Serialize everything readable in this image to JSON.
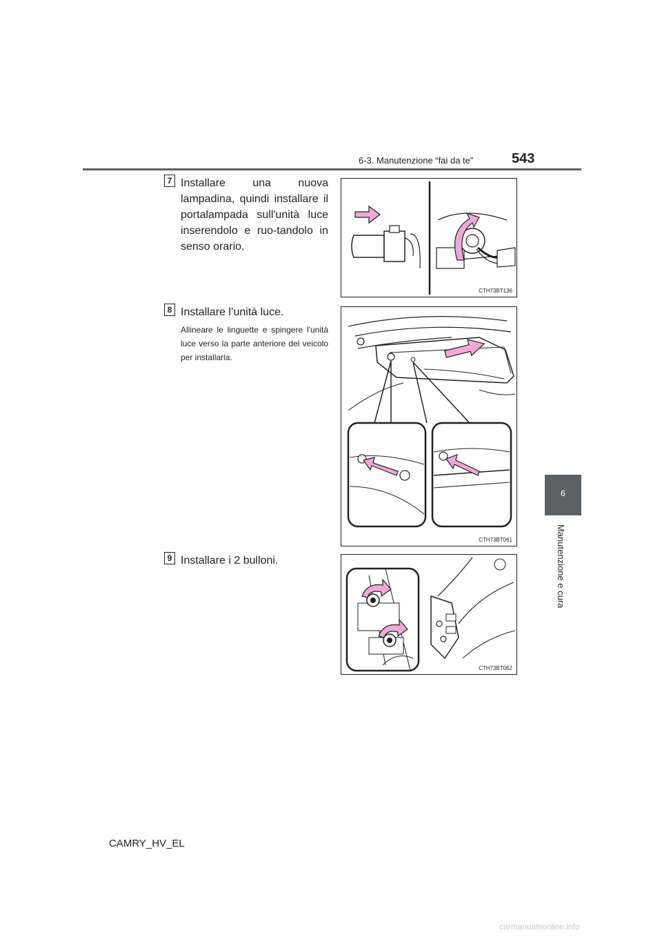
{
  "header": {
    "section": "6-3. Manutenzione “fai da te”",
    "page_number": "543"
  },
  "side_tab": {
    "chapter_number": "6",
    "chapter_label": "Manutenzione e cura"
  },
  "steps": [
    {
      "number": "7",
      "text": "Installare una nuova lampadina, quindi installare il portalampada sull'unità luce inserendolo e ruo-tandolo in senso orario.",
      "figure_code": "CTH73BT136"
    },
    {
      "number": "8",
      "text": "Installare l’unità luce.",
      "note": "Allineare le linguette e spingere l'unità luce verso la parte anteriore del veicolo per installarla.",
      "figure_code": "CTH73BT061"
    },
    {
      "number": "9",
      "text": "Installare i 2 bulloni.",
      "figure_code": "CTH73BT062"
    }
  ],
  "footer": {
    "model_code": "CAMRY_HV_EL"
  },
  "watermark": "carmanualsonline.info",
  "colors": {
    "header_rule": "#5b6266",
    "side_tab": "#5b6266",
    "arrow_fill": "#f0a8d8",
    "text": "#231f20"
  }
}
